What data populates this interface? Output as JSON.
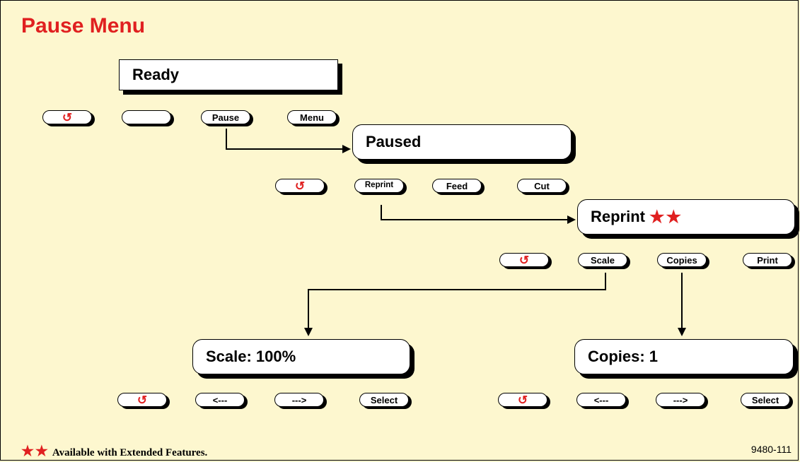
{
  "title": "Pause Menu",
  "screens": {
    "ready": "Ready",
    "paused": "Paused",
    "reprint": "Reprint",
    "reprint_marker": "★★",
    "scale": "Scale: 100%",
    "copies": "Copies: 1"
  },
  "icons": {
    "back": "↺"
  },
  "buttons": {
    "ready_row": [
      "",
      "",
      "Pause",
      "Menu"
    ],
    "paused_row": [
      "",
      "Reprint",
      "Feed",
      "Cut"
    ],
    "reprint_row": [
      "",
      "Scale",
      "Copies",
      "Print"
    ],
    "scale_row": [
      "",
      "<---",
      "--->",
      "Select"
    ],
    "copies_row": [
      "",
      "<---",
      "--->",
      "Select"
    ]
  },
  "footnote": {
    "marker": "★★",
    "text": "Available with Extended Features."
  },
  "figure_code": "9480-111",
  "colors": {
    "background": "#fdf7cf",
    "accent": "#e02020"
  }
}
